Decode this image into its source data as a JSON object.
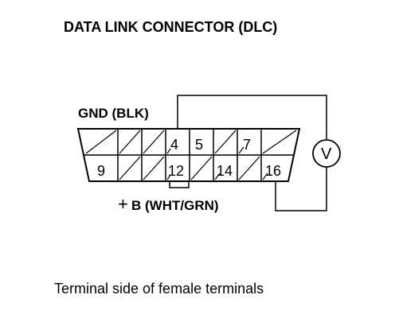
{
  "diagram": {
    "title": "DATA LINK CONNECTOR (DLC)",
    "gnd_label": "GND (BLK)",
    "b_label_symbol": "+",
    "b_label": "B (WHT/GRN)",
    "caption": "Terminal side of female terminals",
    "voltmeter_symbol": "V",
    "connector": {
      "top_row": [
        "",
        "",
        "",
        "4",
        "5",
        "",
        "7",
        ""
      ],
      "bottom_row": [
        "9",
        "",
        "",
        "12",
        "",
        "14",
        "",
        "16"
      ]
    }
  }
}
